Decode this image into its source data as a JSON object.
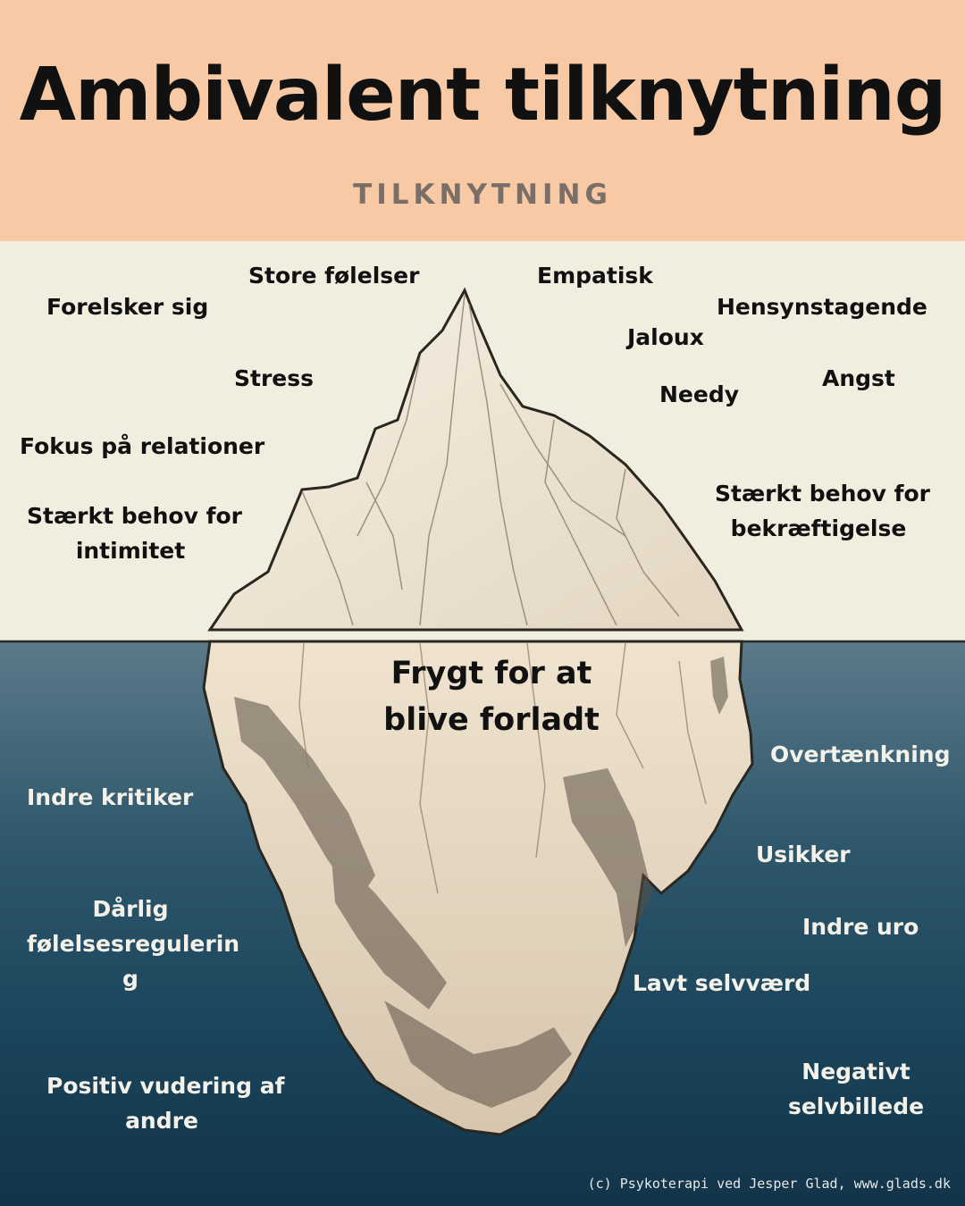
{
  "header": {
    "title": "Ambivalent tilknytning",
    "subtitle": "TILKNYTNING"
  },
  "core": {
    "line1": "Frygt for at",
    "line2": "blive forladt"
  },
  "above_surface": {
    "forelsker": "Forelsker sig",
    "store": "Store følelser",
    "empatisk": "Empatisk",
    "hensyn": "Hensynstagende",
    "jaloux": "Jaloux",
    "stress": "Stress",
    "angst": "Angst",
    "needy": "Needy",
    "fokus": "Fokus på relationer",
    "intim_1": "Stærkt behov for",
    "intim_2": "intimitet",
    "bekr_1": "Stærkt behov for",
    "bekr_2": "bekræftigelse"
  },
  "below_surface": {
    "overtaenkning": "Overtænkning",
    "kritiker": "Indre kritiker",
    "usikker": "Usikker",
    "darlig_1": "Dårlig",
    "darlig_2": "følelsesregulerin",
    "darlig_3": "g",
    "uro": "Indre uro",
    "selvvaerd": "Lavt selvværd",
    "positiv_1": "Positiv vudering af",
    "positiv_2": "andre",
    "negativt_1": "Negativt",
    "negativt_2": "selvbillede"
  },
  "footer": {
    "credit": "(c) Psykoterapi ved Jesper Glad, www.glads.dk"
  },
  "colors": {
    "header_bg": "#f7caa5",
    "sky_bg": "#f1eedf",
    "sea_top": "#5b7a8a",
    "sea_bottom": "#123449",
    "ice": "#efe4d2"
  }
}
